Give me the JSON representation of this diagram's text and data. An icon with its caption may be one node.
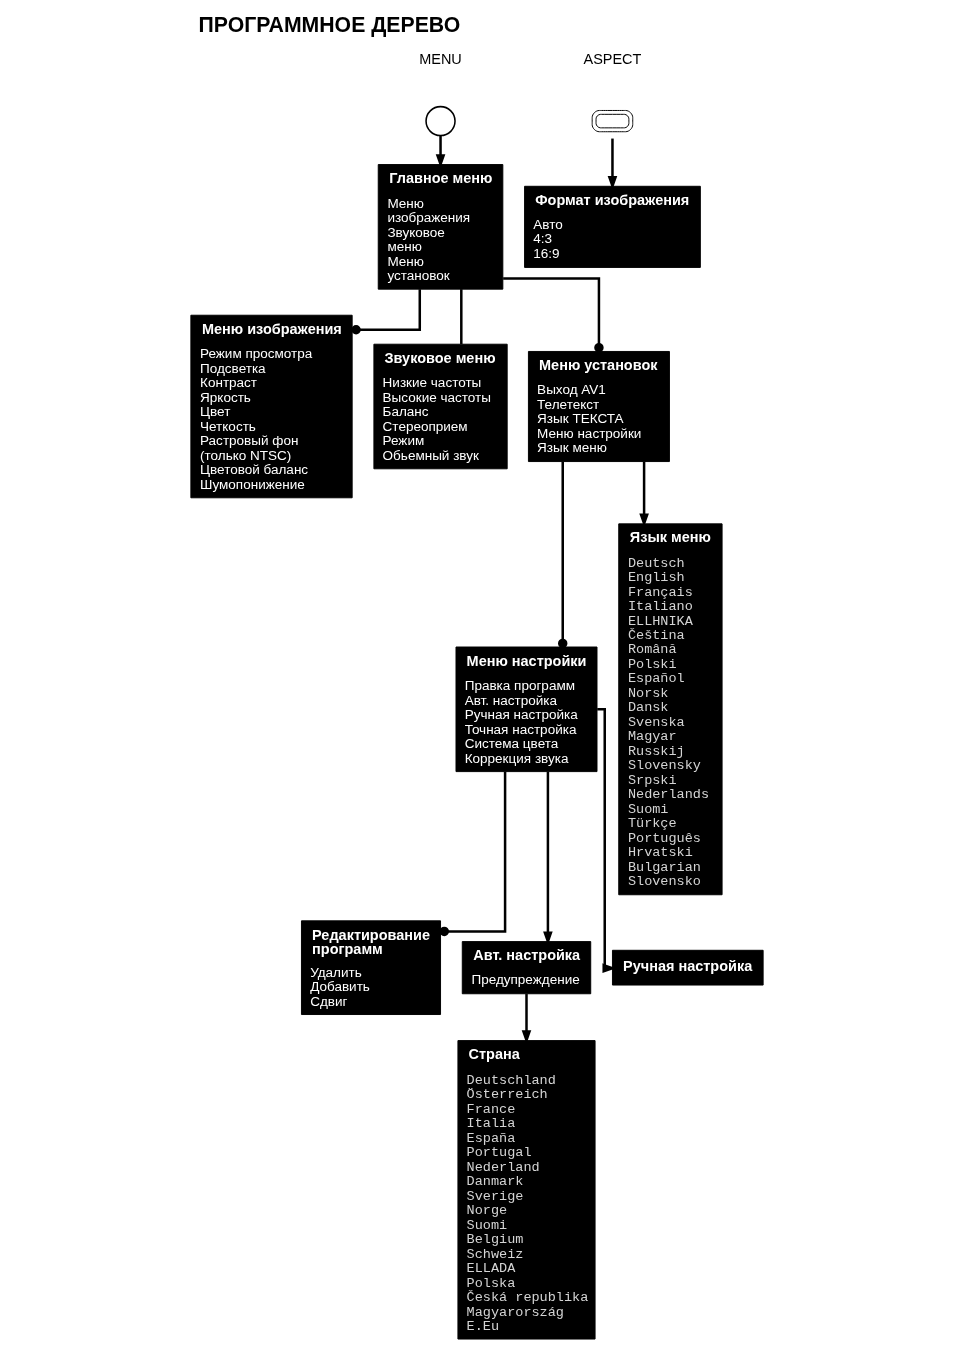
{
  "diagram": {
    "title": "ПРОГРАММНОЕ ДЕРЕВО",
    "nodes": [
      {
        "text": [],
        "shape": "circle",
        "beside": [
          "MENU"
        ]
      },
      {
        "text": [
          "Главное меню",
          "Меню изображения",
          "Звуковое меню",
          "Меню установок"
        ]
      },
      {
        "text": [
          "Меню изображения",
          "Режим просмотра",
          "Подсветка",
          "Контраст",
          "Яркость",
          "Цвет",
          "Четкость",
          "Растровый фон (только NTSC)",
          "Цветовой баланс",
          "Шумопонижение"
        ]
      },
      {
        "text": [
          "Звуковое меню",
          "Низкие частоты",
          "Высокие частоты",
          "Баланс",
          "Стереоприем",
          "Режим",
          "Обьемный звук"
        ]
      },
      {
        "text": [
          "Меню установок",
          "Выход AV1",
          "Телетекст",
          "Язык ТЕКСТА",
          "Меню настройки",
          "Язык меню"
        ]
      },
      {
        "text": [
          "Меню настройки",
          "Правка программ",
          "Авт. настройка",
          "Ручная настройка",
          "Точная настройка",
          "Система цвета",
          "Коррекция звука"
        ]
      },
      {
        "text": [
          "Язык меню",
          "Deutsch",
          "English",
          "Français",
          "Italiano",
          "ELLHNIKA",
          "Čeština",
          "Română",
          "Polski",
          "Español",
          "Norsk",
          "Dansk",
          "Svenska",
          "Magyar",
          "Russkij",
          "Slovensky",
          "Srpski",
          "Nederlands",
          "Suomi",
          "Türkçe",
          "Português",
          "Hrvatski",
          "Bulgarian",
          "Slovensko"
        ]
      },
      {
        "text": [
          "Редактирование программ",
          "Удалить",
          "Добавить",
          "Сдвиг"
        ]
      },
      {
        "text": [
          "Авт. настройка",
          "Предупреждение"
        ]
      },
      {
        "text": [
          "Страна",
          "Deutschland",
          "Österreich",
          "France",
          "Italia",
          "España",
          "Portugal",
          "Nederland",
          "Danmark",
          "Sverige",
          "Norge",
          "Suomi",
          "Belgium",
          "Schweiz",
          "ELLADA",
          "Polska",
          "Česká republika",
          "Magyarország",
          "E.Eu"
        ]
      },
      {
        "text": [
          "Ручная настройка"
        ]
      },
      {
        "text": [],
        "shape": "box",
        "beside": [
          "ASPECT"
        ]
      },
      {
        "text": [
          "Формат изображения",
          "Авто",
          "4:3",
          "16:9"
        ]
      }
    ],
    "edges": [
      {
        "from": 0,
        "to": 1,
        "arrow": "to"
      },
      {
        "from": 1,
        "to": 2,
        "arrow": "other"
      },
      {
        "from": 1,
        "to": 3,
        "arrow": "none"
      },
      {
        "from": 1,
        "to": 4,
        "arrow": "other"
      },
      {
        "from": 4,
        "to": 5,
        "arrow": "other"
      },
      {
        "from": 4,
        "to": 6,
        "arrow": "to"
      },
      {
        "from": 5,
        "to": 7,
        "arrow": "other"
      },
      {
        "from": 5,
        "to": 8,
        "arrow": "to"
      },
      {
        "from": 5,
        "to": 10,
        "arrow": "to"
      },
      {
        "from": 8,
        "to": 9,
        "arrow": "to"
      },
      {
        "from": 11,
        "to": 12,
        "arrow": "to"
      }
    ]
  }
}
